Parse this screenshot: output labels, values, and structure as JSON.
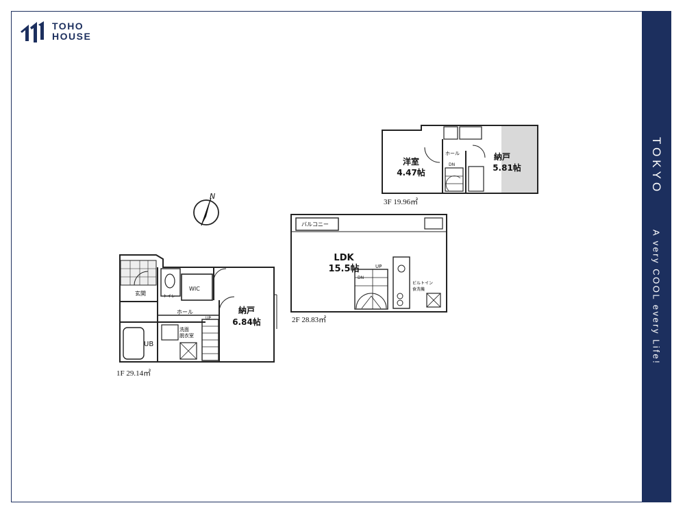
{
  "brand": {
    "logo_line1": "TOHO",
    "logo_line2": "HOUSE",
    "side_title": "TOKYO",
    "side_tagline": "A very COOL every Life!",
    "accent_color": "#1c2f5e"
  },
  "compass": {
    "label": "N"
  },
  "floors": {
    "f1": {
      "label": "1F 29.14㎡",
      "rooms": {
        "storage_name": "納戸",
        "storage_size": "6.84帖",
        "entrance": "玄関",
        "toilet": "トイレ",
        "wic": "WIC",
        "hall": "ホール",
        "bath": "UB",
        "washroom_line1": "洗面",
        "washroom_line2": "脱衣室",
        "stairs_up": "UP"
      }
    },
    "f2": {
      "label": "2F 28.83㎡",
      "rooms": {
        "ldk_name": "LDK",
        "ldk_size": "15.5帖",
        "balcony": "バルコニー",
        "builtin_line1": "ビルトイン",
        "builtin_line2": "食洗機",
        "stairs_up": "UP",
        "stairs_down": "DN"
      }
    },
    "f3": {
      "label": "3F 19.96㎡",
      "rooms": {
        "western_name": "洋室",
        "western_size": "4.47帖",
        "storage_name": "納戸",
        "storage_size": "5.81帖",
        "hall": "ホール",
        "stairs_down": "DN"
      }
    }
  }
}
